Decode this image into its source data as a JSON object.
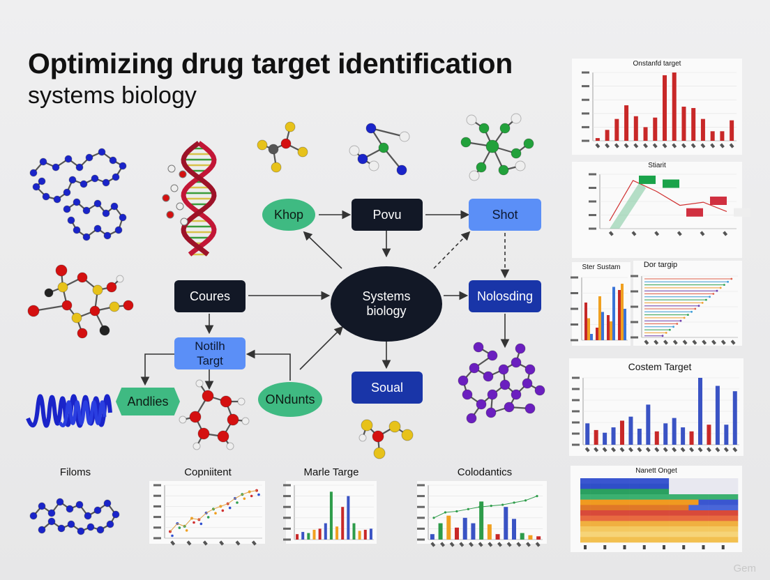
{
  "title": "Optimizing drug target identification",
  "subtitle": "systems biology",
  "nodes": {
    "center": "Systems\nbiology",
    "khop": "Khop",
    "povu": "Povu",
    "shot": "Shot",
    "coures": "Coures",
    "nolosding": "Nolosding",
    "notilh": "Notilh\nTargt",
    "andlies": "Andlies",
    "ondunts": "ONdunts",
    "soual": "Soual"
  },
  "colors": {
    "dark_node": "#121826",
    "green_node": "#3fba82",
    "light_blue_node": "#5b8ff7",
    "navy_node": "#1935a8",
    "red_bar": "#c82828",
    "blue_bar": "#3a53c4",
    "green_bar": "#2e9c4a",
    "molecule_blue": "#1a24c9",
    "molecule_red": "#d41010",
    "molecule_yellow": "#e7c21a",
    "molecule_green": "#22a13b",
    "molecule_purple": "#6b1fbf",
    "dna_red": "#c21636"
  },
  "molecules": [
    "blue-chain-molecule",
    "dna-helix-icon",
    "yellow-red-small-molecule",
    "blue-green-small-molecule",
    "green-cluster-molecule",
    "red-yellow-ring-molecule",
    "blue-protein-ribbon",
    "red-ring-molecule",
    "purple-cluster-molecule",
    "yellow-red-bottom-molecule",
    "blue-chain-bottom-molecule"
  ],
  "captions": {
    "filoms": "Filoms",
    "copnitent": "Copniitent",
    "marle": "Marle Targe",
    "colodantics": "Colodantics"
  },
  "right_panels": {
    "p1_title": "Onstanfd target",
    "p2_title": "Stiarit",
    "p3a_title": "Ster Sustam",
    "p3b_title": "Dor targip",
    "p4_title": "Costem Target",
    "p5_title": "Nanett Onget"
  },
  "watermark": "Gem",
  "chart_data": [
    {
      "type": "bar",
      "title": "Onstanfd target",
      "values": [
        4,
        16,
        32,
        52,
        36,
        20,
        34,
        96,
        100,
        50,
        48,
        32,
        14,
        14,
        30
      ],
      "ylim": [
        0,
        100
      ]
    },
    {
      "type": "line",
      "title": "Stiarit",
      "values": [
        10,
        62,
        48,
        30,
        34,
        22
      ],
      "bars": [
        62,
        57,
        20,
        35,
        20
      ]
    },
    {
      "type": "bar",
      "title": "Ster Sustam",
      "series": [
        {
          "name": "",
          "values": [
            60,
            20,
            40,
            80
          ]
        },
        {
          "name": "",
          "values": [
            35,
            70,
            30,
            90
          ]
        },
        {
          "name": "",
          "values": [
            10,
            45,
            85,
            50
          ]
        }
      ]
    },
    {
      "type": "line",
      "title": "Dor targip",
      "values": [
        96,
        92,
        88,
        84,
        80,
        76,
        72,
        68,
        64,
        60,
        56,
        52,
        48,
        44,
        40,
        36,
        32,
        28,
        24,
        20
      ]
    },
    {
      "type": "bar",
      "title": "Costem Target",
      "values": [
        32,
        22,
        18,
        26,
        36,
        42,
        24,
        60,
        20,
        32,
        40,
        26,
        20,
        100,
        30,
        88,
        30,
        80
      ],
      "ylim": [
        0,
        100
      ]
    },
    {
      "type": "heatmap",
      "title": "Nanett Onget",
      "rows": 12,
      "cols": 16
    },
    {
      "type": "scatter",
      "title": "Copniitent",
      "values": [
        10,
        22,
        18,
        30,
        28,
        38,
        44,
        48,
        52,
        60,
        66,
        70,
        72
      ]
    },
    {
      "type": "bar",
      "title": "Marle Targe",
      "values": [
        10,
        14,
        12,
        18,
        20,
        30,
        88,
        24,
        60,
        80,
        30,
        16,
        18,
        20
      ],
      "ylim": [
        0,
        100
      ]
    },
    {
      "type": "bar",
      "title": "Colodantics",
      "values": [
        10,
        30,
        44,
        22,
        40,
        30,
        70,
        28,
        10,
        60,
        38,
        12,
        8,
        6
      ],
      "line": [
        40,
        50,
        52,
        56,
        60,
        62,
        64,
        68,
        72,
        80
      ],
      "ylim": [
        0,
        100
      ]
    }
  ]
}
